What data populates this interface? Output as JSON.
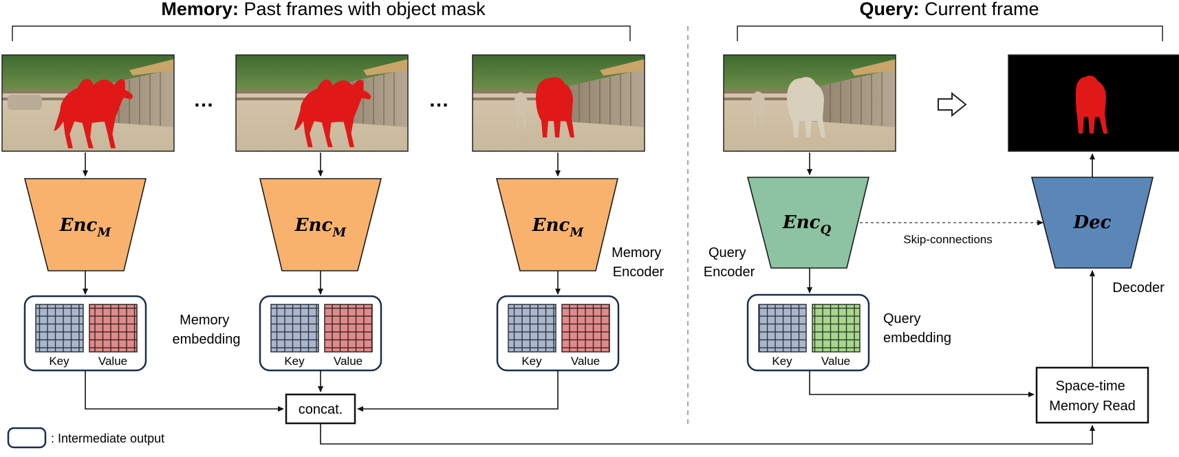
{
  "headers": {
    "memory_bold": "Memory:",
    "memory_rest": " Past frames with object mask",
    "query_bold": "Query:",
    "query_rest": " Current frame"
  },
  "ellipsis": "…",
  "encoders": {
    "memory_label_main": "Enc",
    "memory_label_sub": "M",
    "query_label_main": "Enc",
    "query_label_sub": "Q",
    "decoder_label": "Dec"
  },
  "labels": {
    "memory_encoder_line1": "Memory",
    "memory_encoder_line2": "Encoder",
    "memory_embedding_line1": "Memory",
    "memory_embedding_line2": "embedding",
    "query_encoder_line1": "Query",
    "query_encoder_line2": "Encoder",
    "query_embedding_line1": "Query",
    "query_embedding_line2": "embedding",
    "decoder": "Decoder",
    "skip_connections": "Skip-connections",
    "key": "Key",
    "value": "Value",
    "concat": "concat.",
    "read_line1": "Space-time",
    "read_line2": "Memory Read",
    "legend": ": Intermediate output"
  },
  "colors": {
    "memory_encoder": "#F9B26E",
    "query_encoder": "#8DC3A2",
    "decoder": "#5B87B8",
    "key_grid": "#A9B6CC",
    "memory_value_grid": "#E08B8B",
    "query_value_grid": "#A8D690",
    "mask": "#E01818",
    "outline": "#1B2D4F"
  }
}
